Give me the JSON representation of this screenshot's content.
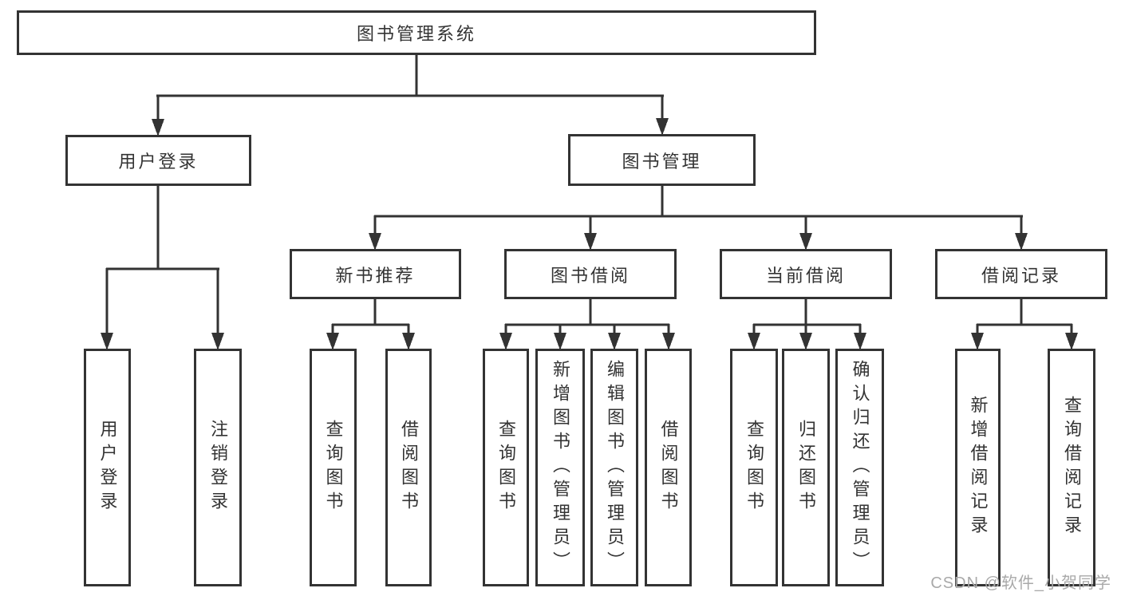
{
  "tree": {
    "root": {
      "label": "图书管理系统"
    },
    "branches": [
      {
        "label": "用户登录",
        "children": [
          {
            "label": "用户登录"
          },
          {
            "label": "注销登录"
          }
        ]
      },
      {
        "label": "图书管理",
        "groups": [
          {
            "label": "新书推荐",
            "children": [
              {
                "label": "查询图书"
              },
              {
                "label": "借阅图书"
              }
            ]
          },
          {
            "label": "图书借阅",
            "children": [
              {
                "label": "查询图书"
              },
              {
                "label": "新增图书（管理员）"
              },
              {
                "label": "编辑图书（管理员）"
              },
              {
                "label": "借阅图书"
              }
            ]
          },
          {
            "label": "当前借阅",
            "children": [
              {
                "label": "查询图书"
              },
              {
                "label": "归还图书"
              },
              {
                "label": "确认归还（管理员）"
              }
            ]
          },
          {
            "label": "借阅记录",
            "children": [
              {
                "label": "新增借阅记录"
              },
              {
                "label": "查询借阅记录"
              }
            ]
          }
        ]
      }
    ]
  },
  "watermark": {
    "text": "CSDN @软件_小贺同学"
  },
  "colors": {
    "line": "#333333",
    "box_border": "#333333",
    "box_fill": "#ffffff",
    "text": "#333333",
    "watermark": "#a9a9a9"
  }
}
